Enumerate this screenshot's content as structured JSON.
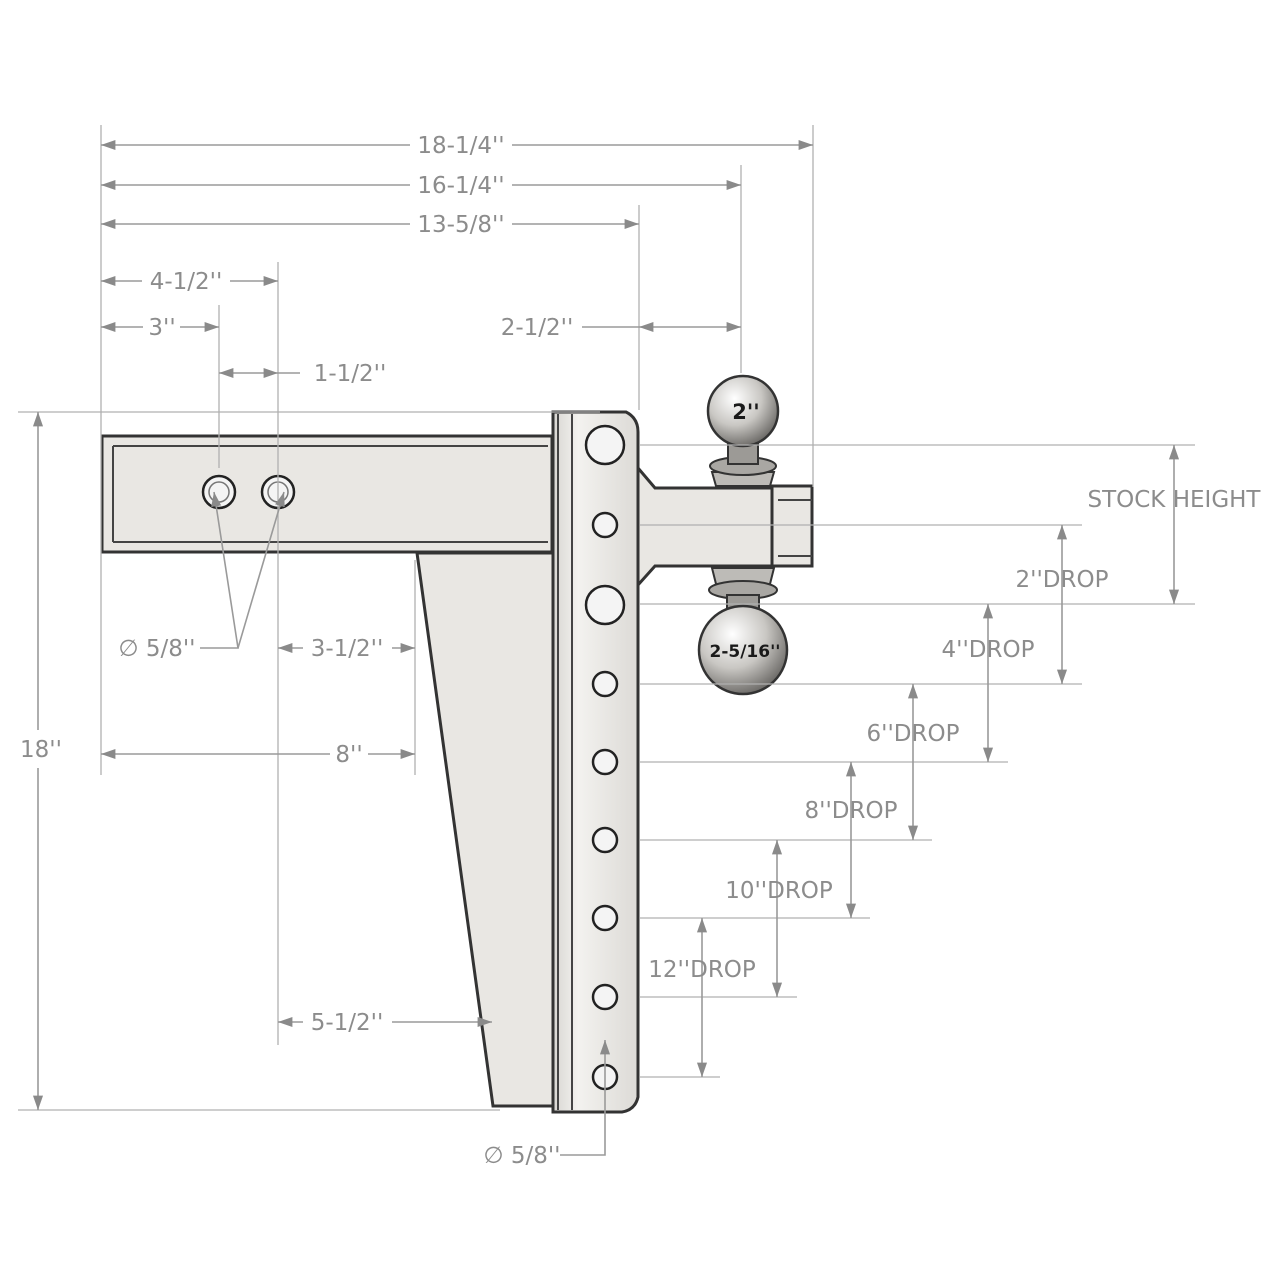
{
  "dimensions": {
    "overall_length": "18-1/4''",
    "to_ball_center": "16-1/4''",
    "shank_length": "13-5/8''",
    "first_hole": "3''",
    "second_hole": "4-1/2''",
    "hole_spacing": "1-1/2''",
    "ball_offset": "2-1/2''",
    "gusset_top": "3-1/2''",
    "gusset_mid": "8''",
    "gusset_bottom": "5-1/2''",
    "total_height": "18''",
    "pin_hole_dia": "∅ 5/8''",
    "shank_hole_dia": "∅ 5/8''"
  },
  "drops": {
    "stock": "STOCK HEIGHT",
    "d2": "2''DROP",
    "d4": "4''DROP",
    "d6": "6''DROP",
    "d8": "8''DROP",
    "d10": "10''DROP",
    "d12": "12''DROP"
  },
  "balls": {
    "top": "2''",
    "bottom": "2-5/16''"
  },
  "colors": {
    "dimension_text": "#8c8c8c",
    "dimension_line": "#9a9a9a",
    "part_fill": "#e9e7e3",
    "part_outline": "#333333"
  }
}
